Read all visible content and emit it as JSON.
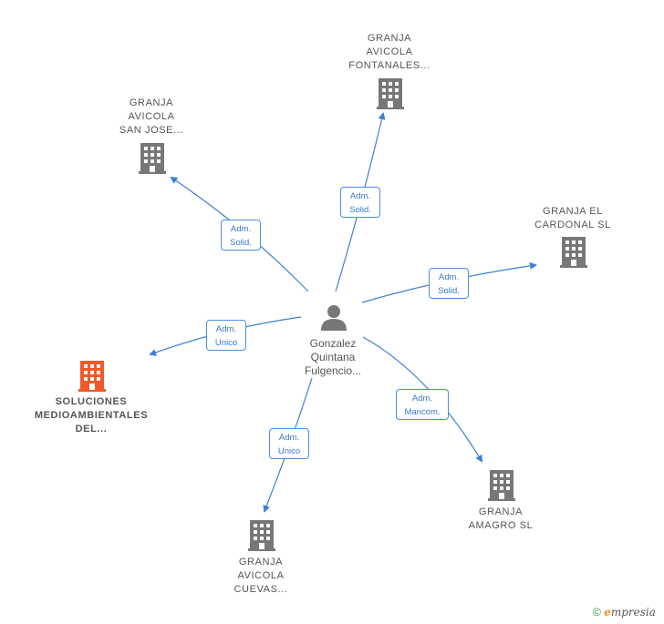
{
  "center": {
    "label": "Gonzalez\nQuintana\nFulgencio..."
  },
  "nodes": {
    "fontanales": {
      "label": "GRANJA\nAVICOLA\nFONTANALES..."
    },
    "sanjose": {
      "label": "GRANJA\nAVICOLA\nSAN JOSE..."
    },
    "cardonal": {
      "label": "GRANJA EL\nCARDONAL  SL"
    },
    "soluciones": {
      "label": "SOLUCIONES\nMEDIOAMBIENTALES\nDEL..."
    },
    "amagro": {
      "label": "GRANJA\nAMAGRO  SL"
    },
    "cuevas": {
      "label": "GRANJA\nAVICOLA\nCUEVAS..."
    }
  },
  "edges": {
    "fontanales": {
      "label": "Adm.\nSolid."
    },
    "sanjose": {
      "label": "Adm.\nSolid."
    },
    "cardonal": {
      "label": "Adm.\nSolid."
    },
    "soluciones": {
      "label": "Adm.\nUnico"
    },
    "amagro": {
      "label": "Adm.\nMancom."
    },
    "cuevas": {
      "label": "Adm.\nUnico"
    }
  },
  "footer": {
    "copyright": "©",
    "brand_initial": "e",
    "brand_rest": "mpresia"
  },
  "colors": {
    "edge": "#3d7fd6",
    "building": "#777777",
    "highlight": "#f05a28"
  }
}
